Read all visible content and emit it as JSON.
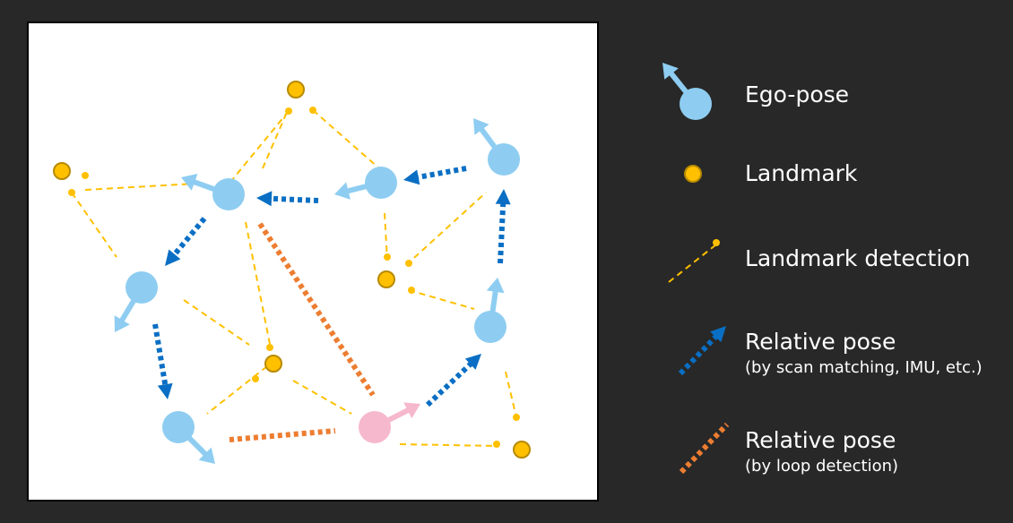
{
  "colors": {
    "background": "#282828",
    "panel": "#ffffff",
    "ego_pose": "#8ecdf1",
    "loop_pose": "#f6b8cc",
    "landmark_fill": "#ffc000",
    "landmark_stroke": "#b88a00",
    "detection": "#ffc000",
    "relative_scan": "#0a6fc4",
    "relative_loop": "#ed7d31"
  },
  "legend": {
    "ego_pose": {
      "icon": "ego-pose-icon",
      "label": "Ego-pose"
    },
    "landmark": {
      "icon": "landmark-icon",
      "label": "Landmark"
    },
    "detection": {
      "icon": "dashed-line-icon",
      "label": "Landmark detection"
    },
    "relative_scan": {
      "icon": "blue-dotted-arrow-icon",
      "label": "Relative pose",
      "sublabel": "(by scan matching, IMU, etc.)"
    },
    "relative_loop": {
      "icon": "orange-dotted-line-icon",
      "label": "Relative pose",
      "sublabel": "(by loop detection)"
    }
  },
  "graph": {
    "poses": [
      {
        "id": "p1",
        "kind": "ego",
        "heading": "up-left"
      },
      {
        "id": "p2",
        "kind": "ego",
        "heading": "left"
      },
      {
        "id": "p3",
        "kind": "ego",
        "heading": "up-left"
      },
      {
        "id": "p4",
        "kind": "ego",
        "heading": "down-left"
      },
      {
        "id": "p5",
        "kind": "ego",
        "heading": "down-right"
      },
      {
        "id": "p6",
        "kind": "loop",
        "heading": "up-right"
      },
      {
        "id": "p7",
        "kind": "ego",
        "heading": "up"
      }
    ],
    "landmarks": [
      "l1",
      "l2",
      "l3",
      "l4",
      "l5"
    ],
    "scan_edges": [
      [
        "p1",
        "p2"
      ],
      [
        "p2",
        "p3"
      ],
      [
        "p3",
        "p4"
      ],
      [
        "p4",
        "p5"
      ],
      [
        "p6",
        "p7"
      ],
      [
        "p7",
        "p1"
      ]
    ],
    "loop_edges": [
      [
        "p5",
        "p6"
      ],
      [
        "p3",
        "p6"
      ]
    ],
    "detections": [
      [
        "p3",
        "l1"
      ],
      [
        "p2",
        "l1"
      ],
      [
        "p3",
        "l2"
      ],
      [
        "p4",
        "l2"
      ],
      [
        "p2",
        "l3"
      ],
      [
        "p7",
        "l3"
      ],
      [
        "p3",
        "l4"
      ],
      [
        "p4",
        "l4"
      ],
      [
        "p5",
        "l4"
      ],
      [
        "p6",
        "l4"
      ],
      [
        "p7",
        "l5"
      ],
      [
        "p6",
        "l5"
      ]
    ]
  }
}
